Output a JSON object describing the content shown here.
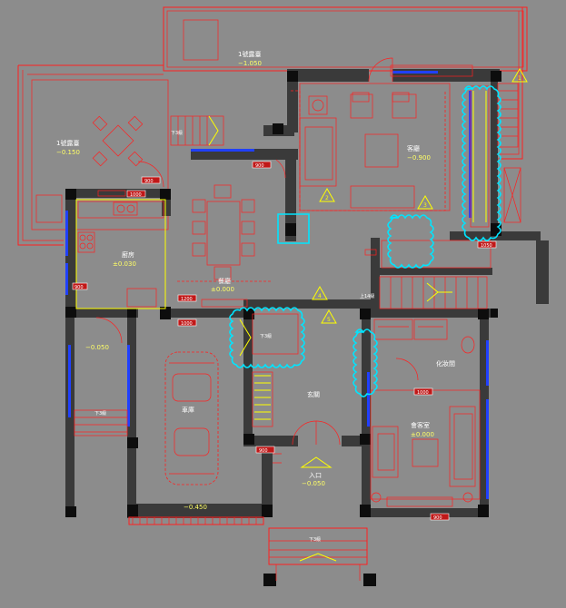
{
  "colors": {
    "background": "#8c8c8c",
    "wall": "#3a3a3a",
    "line_red": "#ff2020",
    "line_yellow": "#ffff00",
    "revision_cloud": "#00e5ff",
    "window_blue": "#2040ff"
  },
  "rooms": {
    "terrace_top": "1號露臺",
    "terrace_top_level": "−1.050",
    "terrace_left": "1號露臺",
    "terrace_left_level": "−0.150",
    "living": "客廳",
    "living_level": "−0.900",
    "kitchen": "廚房",
    "kitchen_level": "±0.030",
    "dining": "餐廳",
    "dining_level": "±0.000",
    "garage": "車庫",
    "garage_level": "−0.450",
    "side_corridor_level": "−0.050",
    "foyer": "玄關",
    "entrance": "入口",
    "entrance_level": "−0.050",
    "guest_room": "會客室",
    "guest_room_level": "±0.000",
    "powder_room": "化妝間"
  },
  "stair_labels": {
    "down_terrace": "下3級",
    "down_left_porch": "下3級",
    "down_entrance": "下3級",
    "up_main": "上14級",
    "down_foyer": "下3級"
  },
  "dimensions": {
    "d1": "900",
    "d2": "900",
    "d3": "1200",
    "d4": "1000",
    "d5": "900",
    "d6": "1050",
    "d7": "900",
    "d8": "1000",
    "d9": "1000",
    "d10": "900"
  },
  "revision_marks": {
    "r1": "1",
    "r2": "2",
    "r3": "3",
    "r4": "4",
    "r5": "5"
  }
}
